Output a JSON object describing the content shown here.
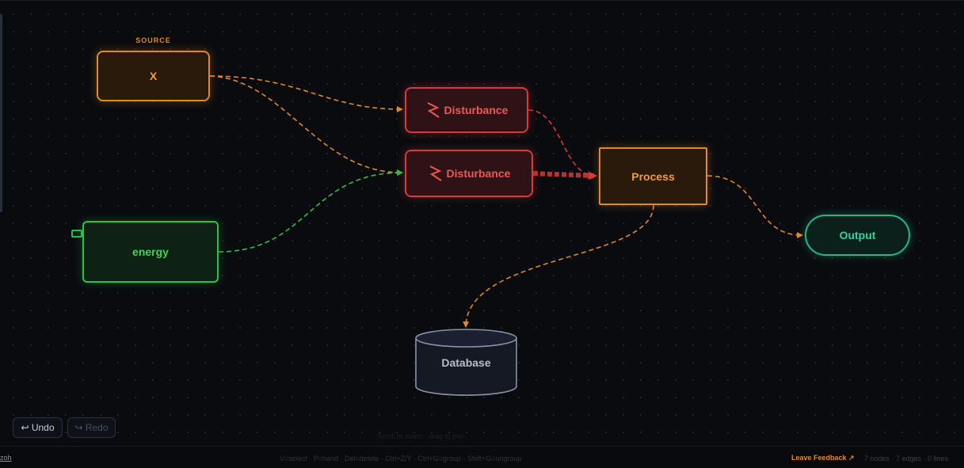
{
  "nodes": {
    "source_label": "SOURCE",
    "x": "X",
    "disturbance_1": "Disturbance",
    "disturbance_2": "Disturbance",
    "energy": "energy",
    "process": "Process",
    "output": "Output",
    "database": "Database"
  },
  "controls": {
    "undo": "↩ Undo",
    "redo": "↪ Redo"
  },
  "canvas_hint": "Scroll to zoom · drag to pan",
  "statusbar": {
    "left_link": "zoh",
    "shortcuts": "V=select · P=hand · Del=delete · Ctrl+Z/Y · Ctrl+G=group · Shift+G=ungroup",
    "feedback": "Leave Feedback ↗",
    "stats": "7 nodes · 7 edges · 0 lines"
  },
  "colors": {
    "orange": "#e0882a",
    "red": "#d63a3a",
    "green": "#2fbf4a",
    "teal": "#22b889",
    "database": "#8a92a6"
  }
}
